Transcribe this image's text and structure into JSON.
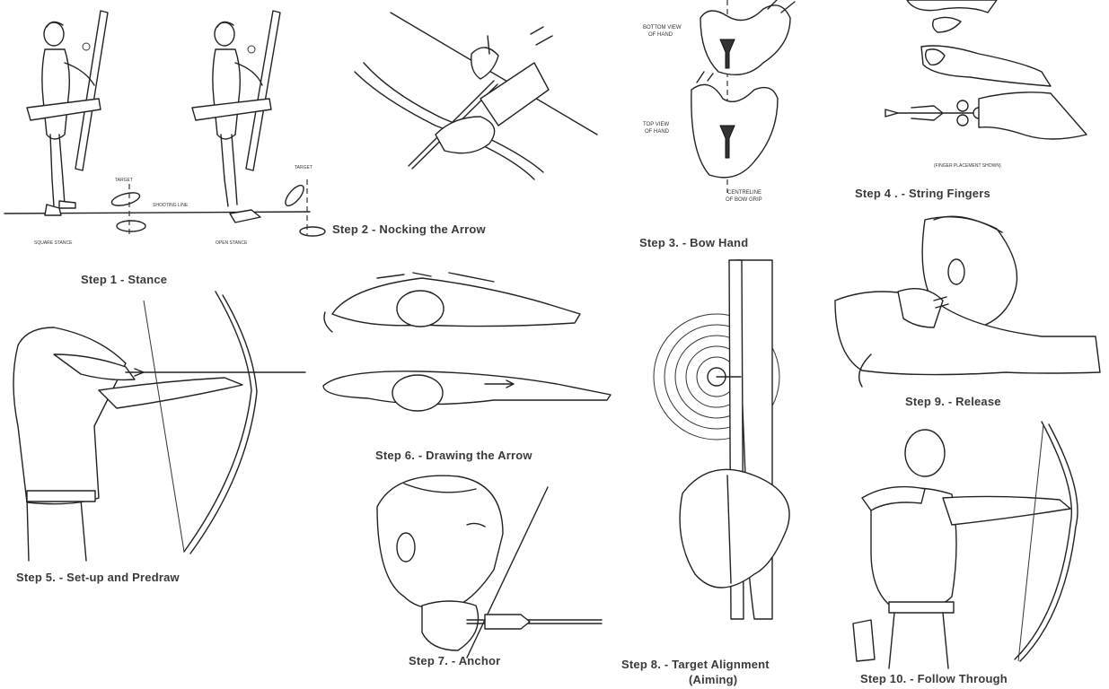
{
  "steps": [
    {
      "caption": "Step 1 - Stance"
    },
    {
      "caption": "Step 2 - Nocking the Arrow"
    },
    {
      "caption": "Step 3. -  Bow Hand"
    },
    {
      "caption": "Step 4 . - String Fingers"
    },
    {
      "caption": "Step 5. - Set-up and Predraw"
    },
    {
      "caption": "Step 6. - Drawing the Arrow"
    },
    {
      "caption": "Step 7. - Anchor"
    },
    {
      "caption": "Step 8. - Target Alignment",
      "caption_line2": "(Aiming)"
    },
    {
      "caption": "Step 9. - Release"
    },
    {
      "caption": "Step 10. - Follow Through"
    }
  ],
  "step1_labels": {
    "target_left": "Target",
    "target_right": "Target",
    "shooting_line": "Shooting Line",
    "square_stance": "SQUARE STANCE",
    "open_stance": "OPEN STANCE"
  },
  "step3_labels": {
    "bottom_view": "BOTTOM VIEW",
    "bottom_view_2": "OF HAND",
    "top_view": "TOP VIEW",
    "top_view_2": "OF HAND",
    "centreline": "CENTRELINE",
    "centreline_2": "OF BOW GRIP"
  },
  "step4_labels": {
    "finger_note": "(FINGER PLACEMENT SHOWN)"
  }
}
